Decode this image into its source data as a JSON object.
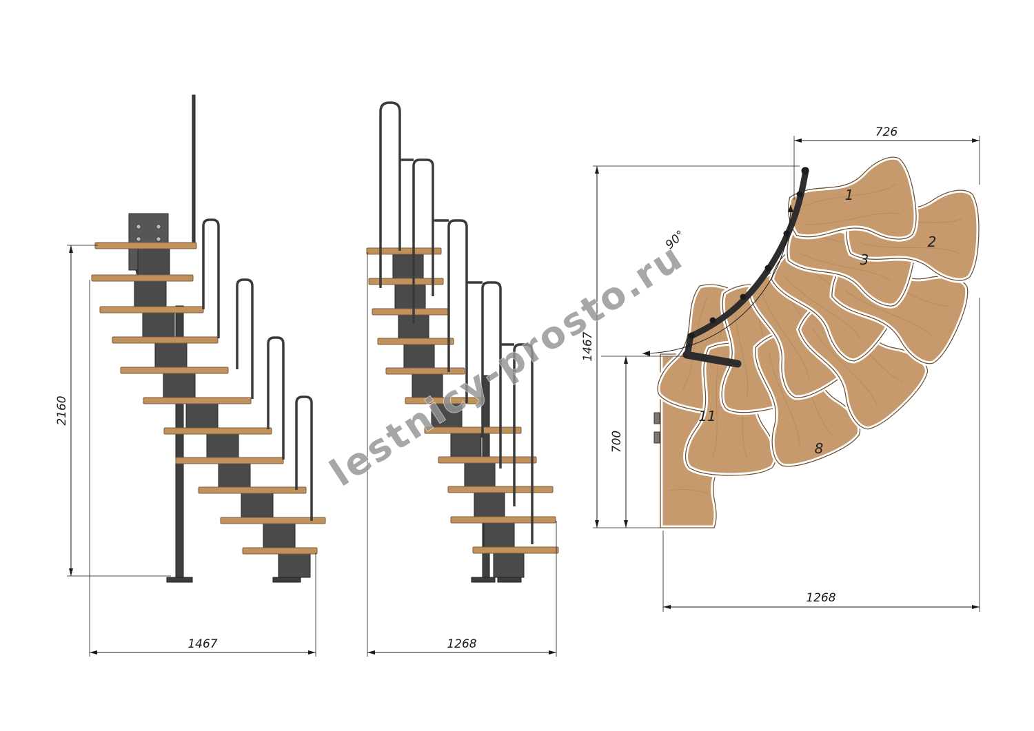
{
  "watermark": {
    "text": "lestnicy-prosto.ru"
  },
  "dimensions": {
    "side_height": "2160",
    "side_width": "1467",
    "front_width": "1268",
    "plan_top": "726",
    "plan_left": "1467",
    "plan_inner": "700",
    "plan_bottom": "1268",
    "plan_angle": "90°"
  },
  "plan_steps": {
    "s1": "1",
    "s2": "2",
    "s3": "3",
    "s8": "8",
    "s11": "11"
  },
  "colors": {
    "wood": "#c79a6d",
    "metal": "#4a4a4a",
    "line": "#1a1a1a"
  }
}
